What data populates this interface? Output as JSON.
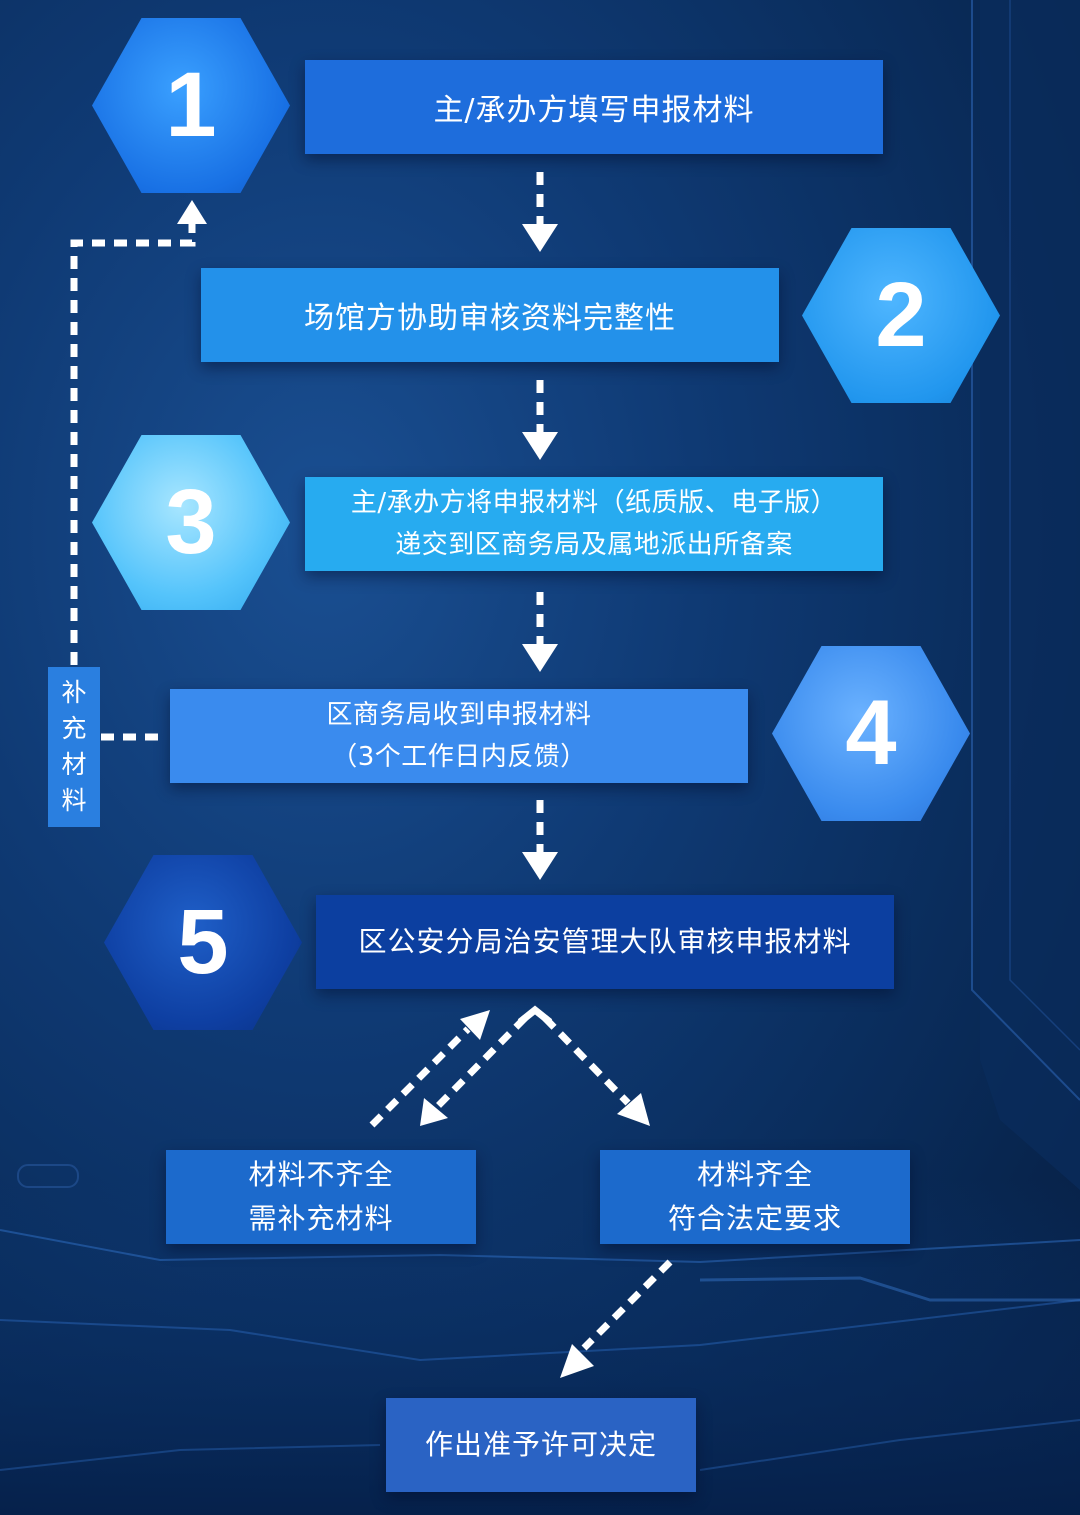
{
  "colors": {
    "step1_box": "#1e6ddc",
    "step2_box": "#2391ea",
    "step3_box": "#27abf0",
    "step4_box": "#3a8bee",
    "step5_box": "#0c3fa0",
    "branch_box": "#1c6acc",
    "final_box": "#2a63c4",
    "arrow": "#ffffff"
  },
  "steps": [
    {
      "number": "1",
      "lines": [
        "主/承办方填写申报材料"
      ]
    },
    {
      "number": "2",
      "lines": [
        "场馆方协助审核资料完整性"
      ]
    },
    {
      "number": "3",
      "lines": [
        "主/承办方将申报材料（纸质版、电子版）",
        "递交到区商务局及属地派出所备案"
      ]
    },
    {
      "number": "4",
      "lines": [
        "区商务局收到申报材料",
        "（3个工作日内反馈）"
      ]
    },
    {
      "number": "5",
      "lines": [
        "区公安分局治安管理大队审核申报材料"
      ]
    }
  ],
  "branches": {
    "incomplete": {
      "lines": [
        "材料不齐全",
        "需补充材料"
      ]
    },
    "complete": {
      "lines": [
        "材料齐全",
        "符合法定要求"
      ]
    }
  },
  "supplement_label": [
    "补",
    "充",
    "材",
    "料"
  ],
  "final": {
    "label": "作出准予许可决定"
  }
}
